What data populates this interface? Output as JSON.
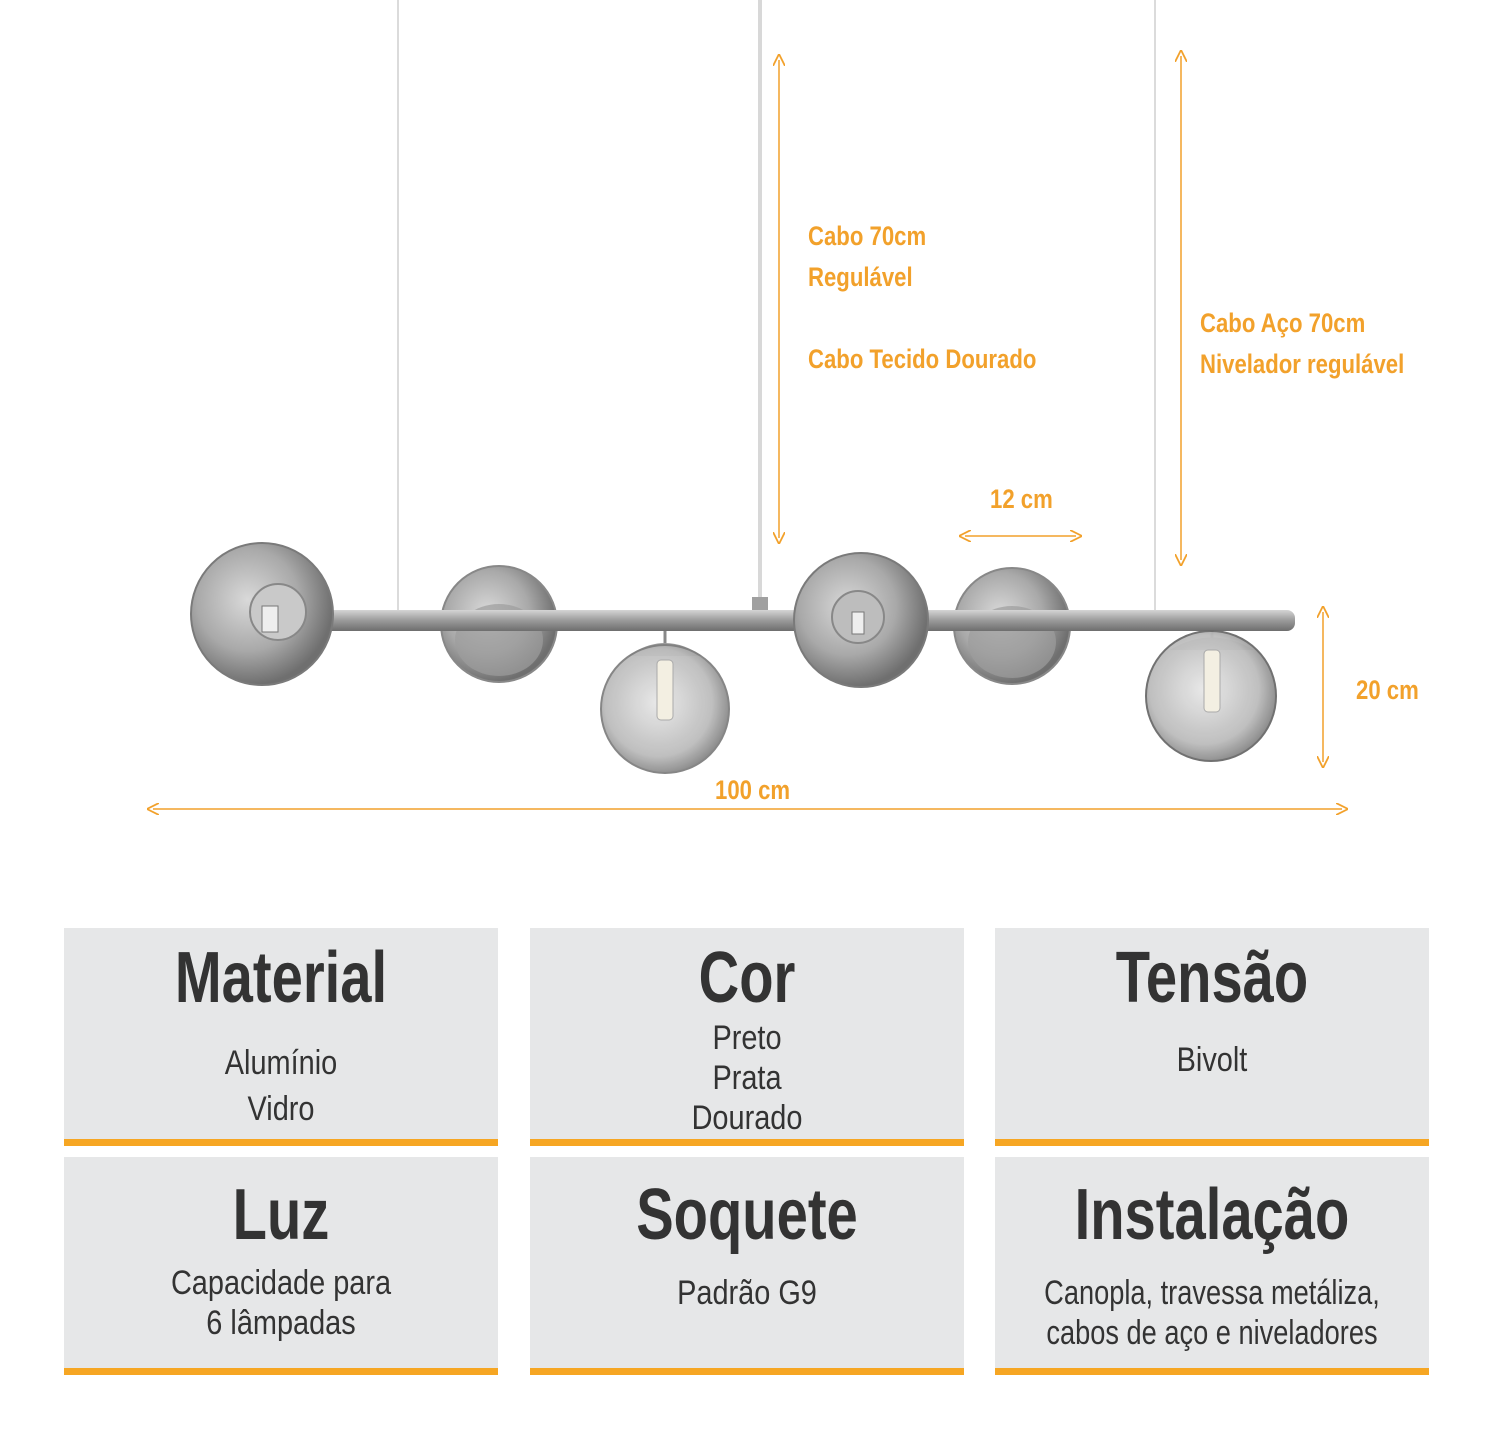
{
  "dimensions": {
    "fabric_cable": [
      "Cabo 70cm",
      "Regulável",
      "",
      "Cabo Tecido Dourado"
    ],
    "steel_cable": [
      "Cabo Aço 70cm",
      "Nivelador regulável"
    ],
    "globe_width": "12 cm",
    "height": "20 cm",
    "length": "100 cm"
  },
  "specs": [
    {
      "title": "Material",
      "lines": [
        "Alumínio",
        "Vidro"
      ]
    },
    {
      "title": "Cor",
      "lines": [
        "Preto",
        "Prata",
        "Dourado"
      ]
    },
    {
      "title": "Tensão",
      "lines": [
        "Bivolt"
      ]
    },
    {
      "title": "Luz",
      "lines": [
        "Capacidade para",
        "6 lâmpadas"
      ]
    },
    {
      "title": "Soquete",
      "lines": [
        "Padrão G9"
      ]
    },
    {
      "title": "Instalação",
      "lines": [
        "Canopla, travessa metáliza,",
        "cabos de aço e niveladores"
      ]
    }
  ],
  "colors": {
    "accent": "#f6a623",
    "card_bg": "#e6e7e8",
    "text": "#333333"
  }
}
